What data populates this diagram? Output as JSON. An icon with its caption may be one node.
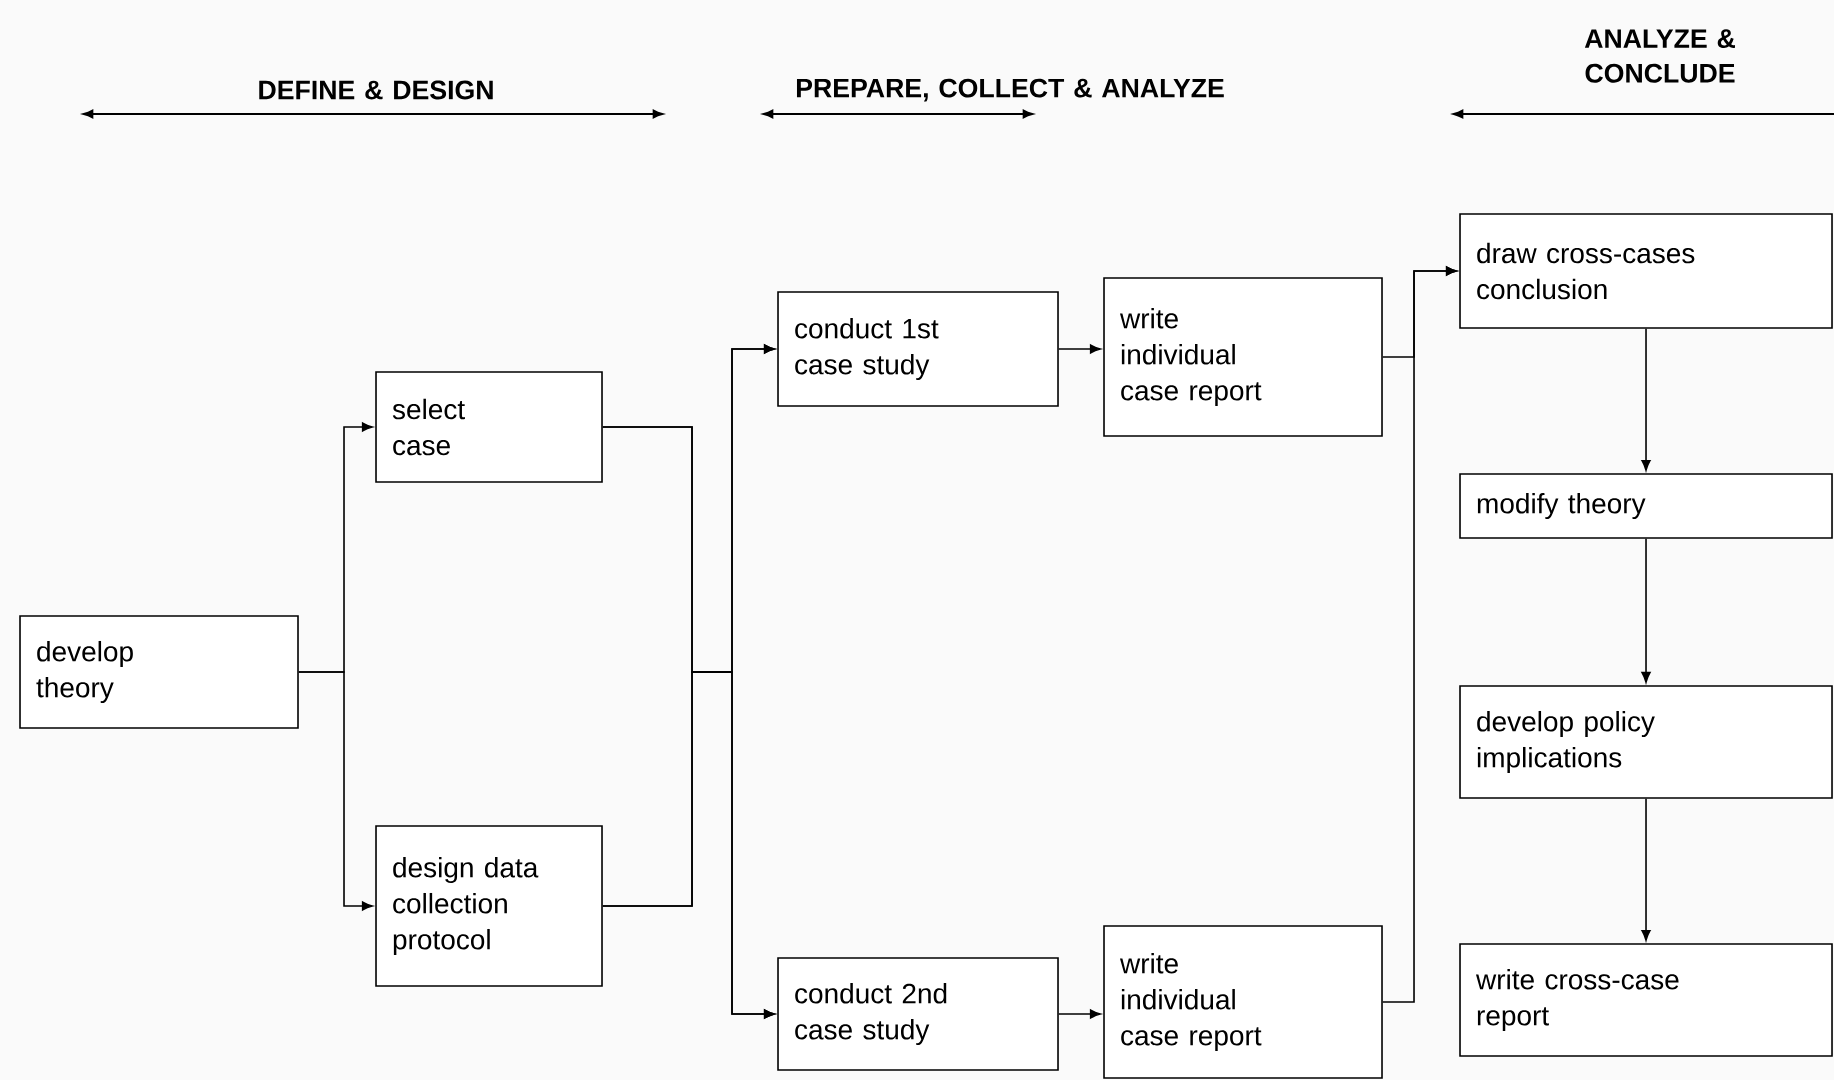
{
  "diagram": {
    "nodes": [
      {
        "text": [
          "develop theory"
        ]
      },
      {
        "text": [
          "select case"
        ]
      },
      {
        "text": [
          "design data collection protocol"
        ]
      },
      {
        "text": [
          "conduct 1st case study"
        ]
      },
      {
        "text": [
          "write individual case report"
        ]
      },
      {
        "text": [
          "conduct 2nd case study"
        ]
      },
      {
        "text": [
          "write individual case report"
        ]
      },
      {
        "text": [
          "draw cross-cases conclusion"
        ]
      },
      {
        "text": [
          "modify theory"
        ]
      },
      {
        "text": [
          "develop policy implications"
        ]
      },
      {
        "text": [
          "write cross-case report"
        ]
      }
    ],
    "edges": [
      {
        "from": 0,
        "to": 1,
        "arrow": "to"
      },
      {
        "from": 0,
        "to": 2,
        "arrow": "to"
      },
      {
        "from": 1,
        "to": 3,
        "arrow": "to"
      },
      {
        "from": 1,
        "to": 5,
        "arrow": "to"
      },
      {
        "from": 2,
        "to": 3,
        "arrow": "to"
      },
      {
        "from": 2,
        "to": 5,
        "arrow": "to"
      },
      {
        "from": 3,
        "to": 4,
        "arrow": "to"
      },
      {
        "from": 5,
        "to": 6,
        "arrow": "to"
      },
      {
        "from": 4,
        "to": 7,
        "arrow": "to"
      },
      {
        "from": 6,
        "to": 7,
        "arrow": "to"
      },
      {
        "from": 7,
        "to": 8,
        "arrow": "to"
      },
      {
        "from": 8,
        "to": 9,
        "arrow": "to"
      },
      {
        "from": 9,
        "to": 10,
        "arrow": "to"
      }
    ],
    "labels": [
      "DEFINE & DESIGN",
      "PREPARE, COLLECT & ANALYZE",
      "ANALYZE & CONCLUDE"
    ]
  }
}
